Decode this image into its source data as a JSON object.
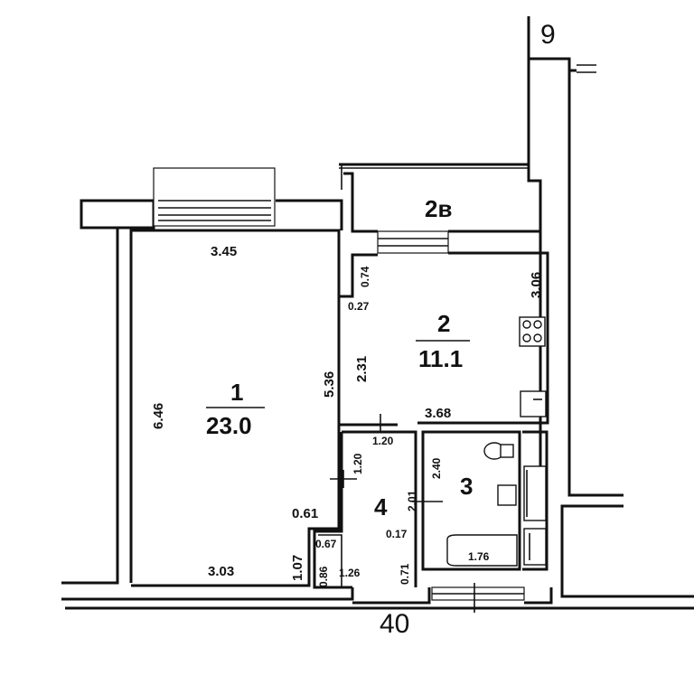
{
  "labels": {
    "building_top": "9",
    "building_bottom": "40",
    "loggia_area": "2в"
  },
  "rooms": [
    {
      "number": "1",
      "area": "23.0"
    },
    {
      "number": "2",
      "area": "11.1"
    },
    {
      "number": "3"
    },
    {
      "number": "4"
    }
  ],
  "dimensions": {
    "room1_top": "3.45",
    "room1_left": "6.46",
    "room1_right": "5.36",
    "room1_bottom": "3.03",
    "room1_corner_w": "0.61",
    "room1_corner_h": "1.07",
    "room2_top_left": "0.74",
    "room2_left_offset": "0.27",
    "room2_left": "2.31",
    "room2_right": "3.06",
    "room2_bottom": "3.68",
    "doorway": "1.20",
    "hall_upper": "1.20",
    "hall_lower": "2.01",
    "room3_left": "2.40",
    "room3_bottom": "1.76",
    "closet_w": "0.67",
    "closet_h": "0.86",
    "hall_bottom": "1.26",
    "hall_offset": "0.17",
    "hall_right_low": "0.71"
  }
}
